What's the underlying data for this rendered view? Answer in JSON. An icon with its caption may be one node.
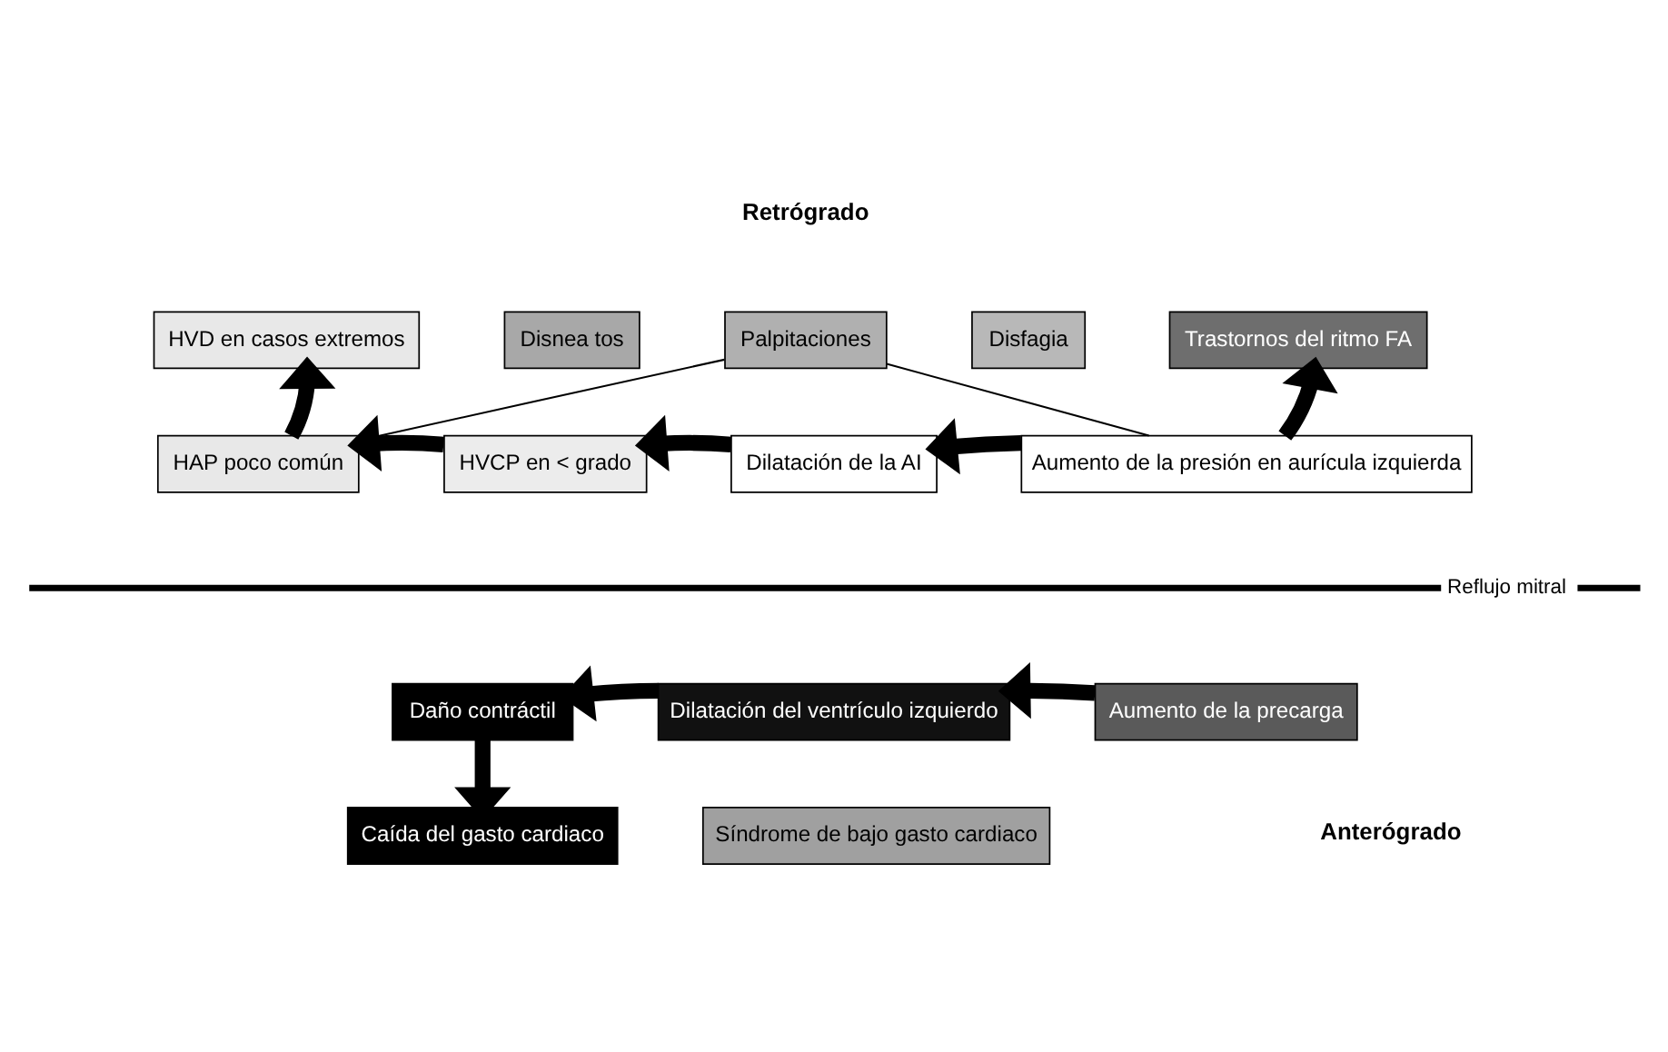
{
  "diagram": {
    "nodes": [
      {
        "text": [
          "HVD en casos extremos"
        ]
      },
      {
        "text": [
          "Disnea tos"
        ]
      },
      {
        "text": [
          "Palpitaciones"
        ]
      },
      {
        "text": [
          "Disfagia"
        ]
      },
      {
        "text": [
          "Trastornos del ritmo FA"
        ]
      },
      {
        "text": [
          "HAP poco común"
        ]
      },
      {
        "text": [
          "HVCP en < grado"
        ]
      },
      {
        "text": [
          "Dilatación de la AI"
        ]
      },
      {
        "text": [
          "Aumento de la presión en aurícula izquierda"
        ]
      },
      {
        "text": [
          "Daño contráctil"
        ]
      },
      {
        "text": [
          "Dilatación del ventrículo izquierdo"
        ]
      },
      {
        "text": [
          "Aumento de la precarga"
        ]
      },
      {
        "text": [
          "Caída del gasto cardiaco"
        ]
      },
      {
        "text": [
          "Síndrome de bajo gasto cardiaco"
        ]
      }
    ],
    "edges": [
      {
        "from": 8,
        "to": 7,
        "arrow": "to"
      },
      {
        "from": 7,
        "to": 6,
        "arrow": "to"
      },
      {
        "from": 6,
        "to": 5,
        "arrow": "to"
      },
      {
        "from": 5,
        "to": 0,
        "arrow": "to"
      },
      {
        "from": 8,
        "to": 4,
        "arrow": "to"
      },
      {
        "from": 5,
        "to": 2,
        "arrow": "none"
      },
      {
        "from": 2,
        "to": 8,
        "arrow": "none"
      },
      {
        "from": 11,
        "to": 10,
        "arrow": "to"
      },
      {
        "from": 10,
        "to": 9,
        "arrow": "to"
      },
      {
        "from": 9,
        "to": 12,
        "arrow": "to"
      }
    ],
    "labels": [
      "Retrógrado",
      "Reflujo mitral",
      "Anterógrado"
    ]
  }
}
